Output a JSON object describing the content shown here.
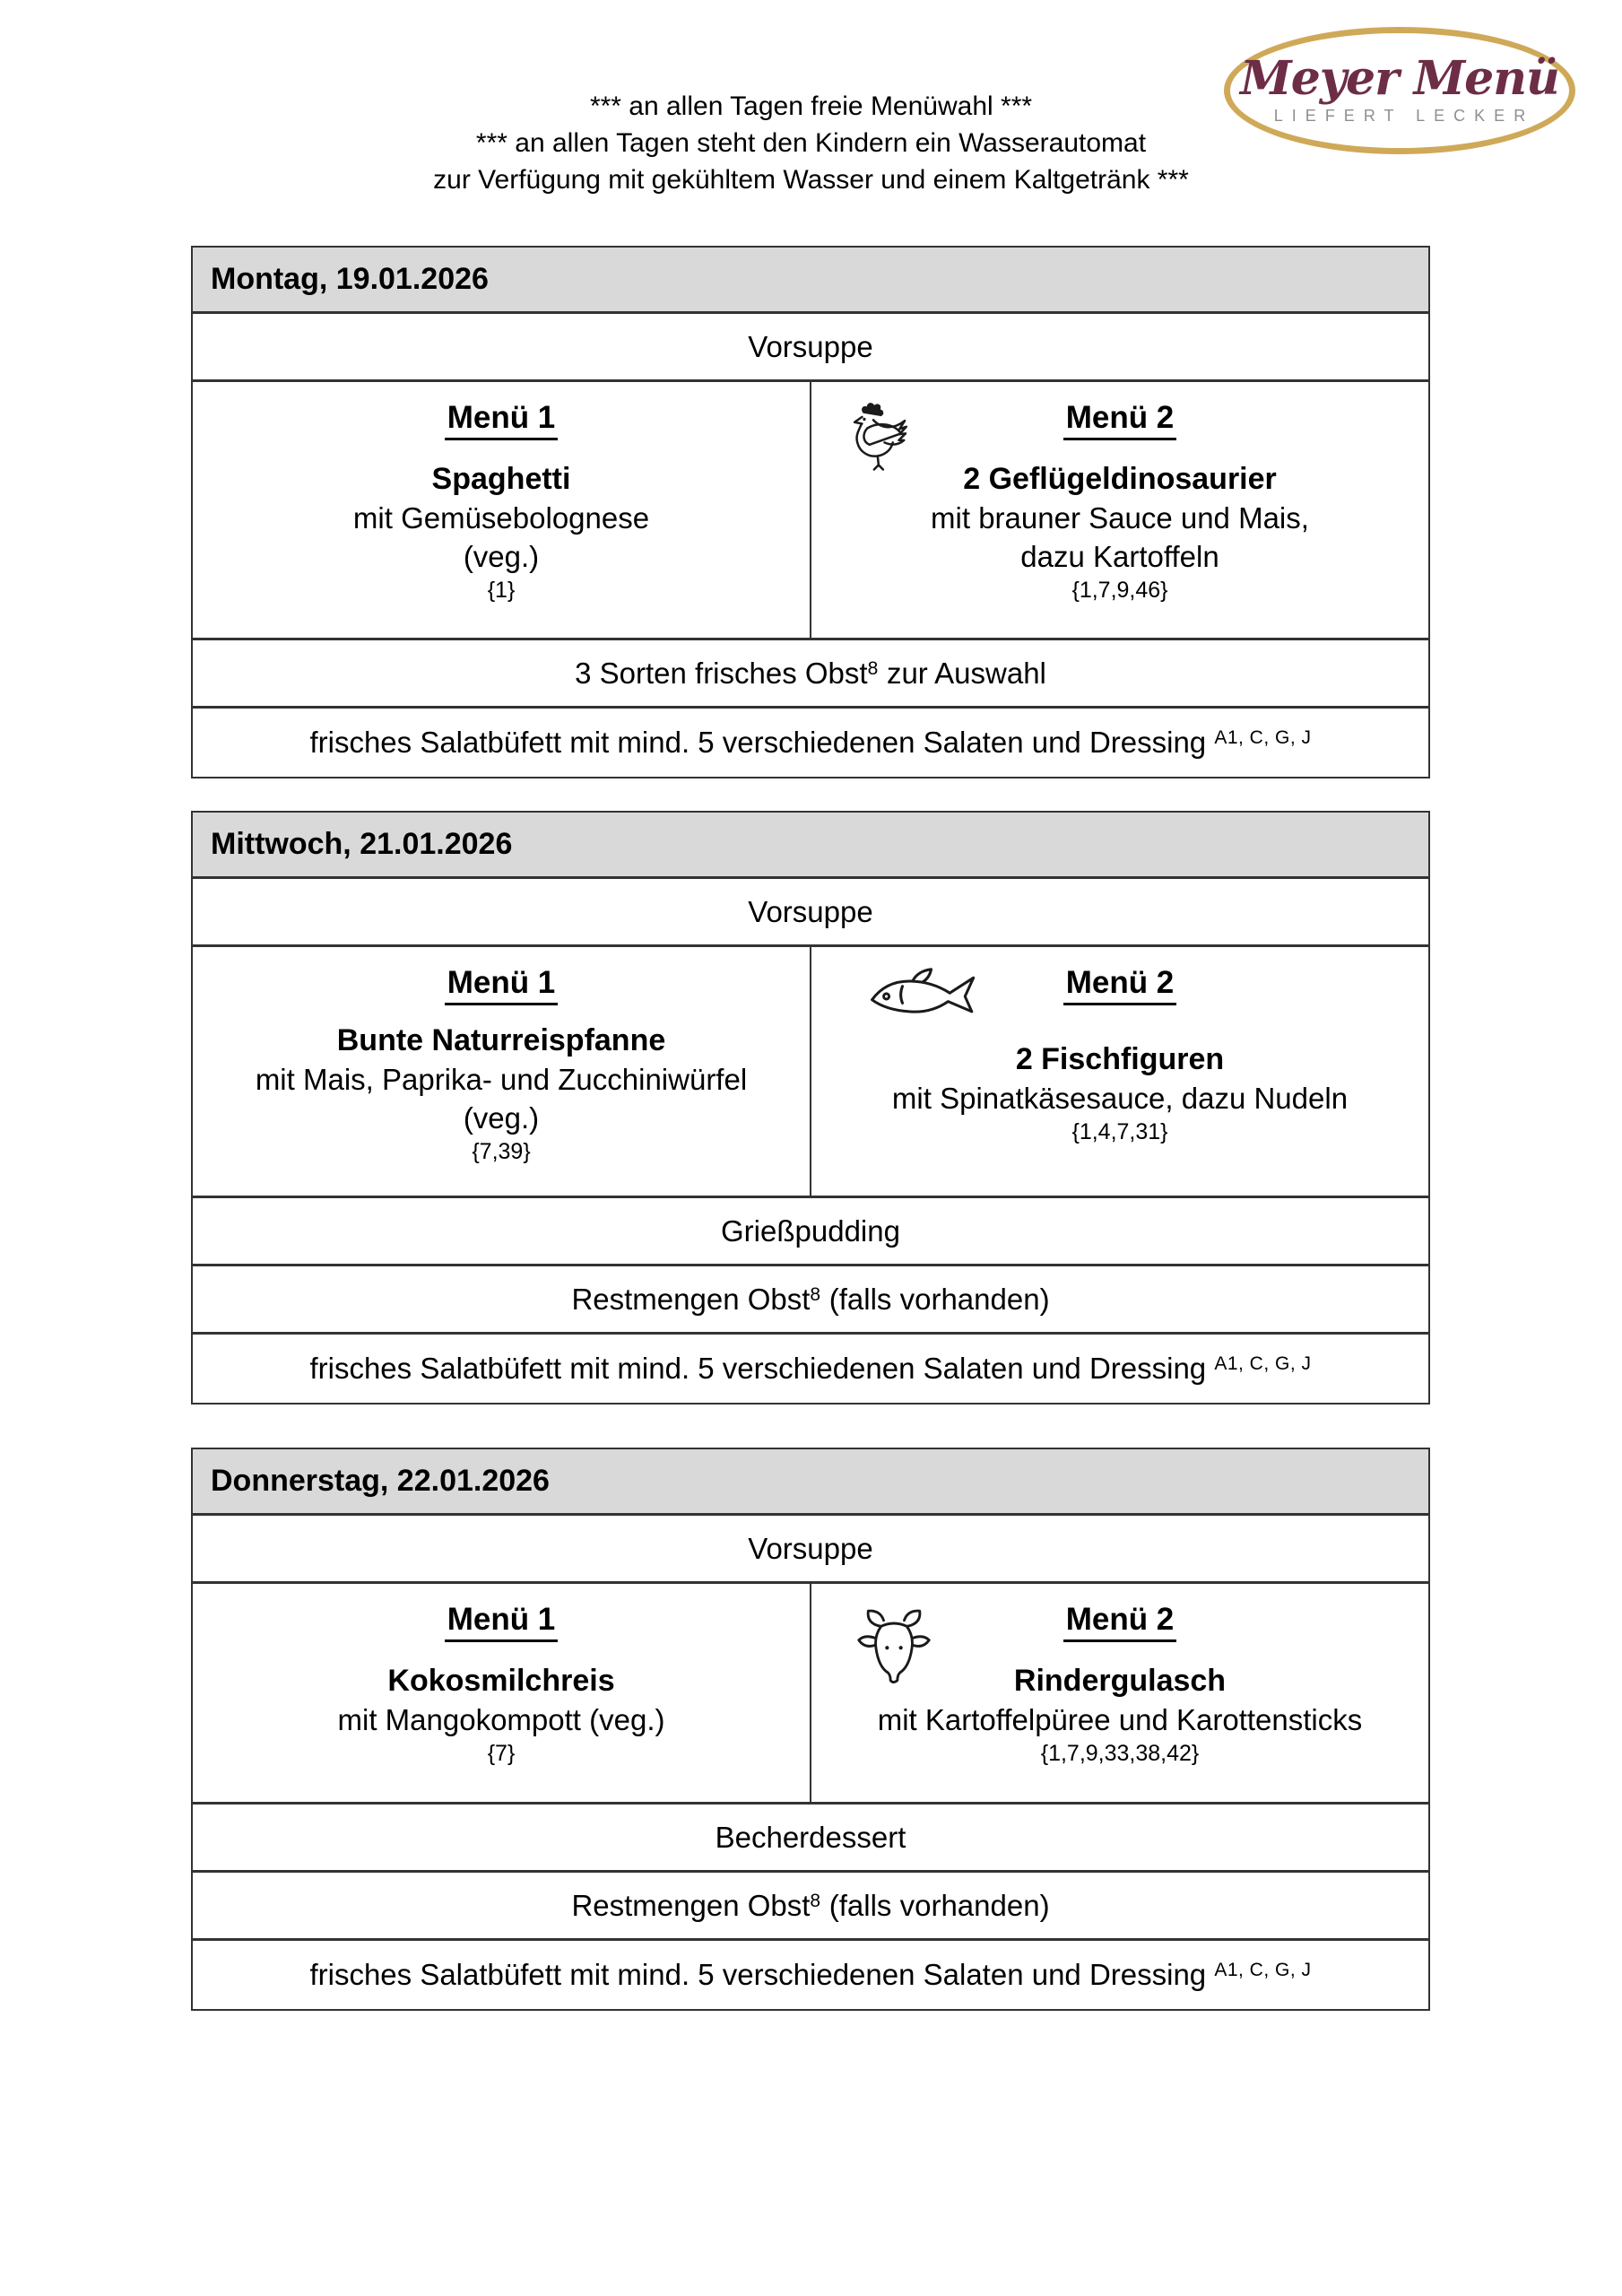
{
  "top_note": {
    "lines": [
      "*** an allen Tagen freie Menüwahl ***",
      "*** an allen Tagen steht den Kindern ein Wasserautomat",
      "zur Verfügung mit gekühltem Wasser und einem Kaltgetränk ***"
    ]
  },
  "logo": {
    "name": "Meyer Menü",
    "tagline": "LIEFERT LECKER"
  },
  "labels": {
    "vorsuppe": "Vorsuppe",
    "menu1": "Menü 1",
    "menu2": "Menü 2"
  },
  "colors": {
    "day_header_bg": "#d9d9d9",
    "table_border": "#333333",
    "logo_gold": "#cfa958",
    "logo_maroon": "#6d2d47",
    "logo_tagline_gray": "#8e8e8e"
  },
  "icons": {
    "monday_menu2": "chicken-icon",
    "wednesday_menu2": "fish-icon",
    "thursday_menu2": "cow-icon"
  },
  "sections": [
    {
      "day": "Montag, 19.01.2026",
      "menu1": {
        "title": "Spaghetti",
        "lines": [
          "mit Gemüsebolognese",
          "(veg.)"
        ],
        "allergens": "{1}"
      },
      "menu2": {
        "icon": "chicken-icon",
        "title": "2 Geflügeldinosaurier",
        "lines": [
          "mit brauner Sauce und Mais,",
          "dazu Kartoffeln"
        ],
        "allergens": "{1,7,9,46}"
      },
      "rows": [
        {
          "pre": "3 Sorten frisches Obst",
          "sup": "8",
          "post": " zur Auswahl"
        },
        {
          "pre": "frisches Salatbüfett mit mind. 5 verschiedenen Salaten und Dressing ",
          "sup": "A1, C, G, J",
          "post": ""
        }
      ]
    },
    {
      "day": "Mittwoch, 21.01.2026",
      "menu1": {
        "title": "Bunte Naturreispfanne",
        "lines": [
          "mit Mais, Paprika- und Zucchiniwürfel",
          "(veg.)"
        ],
        "allergens": "{7,39}"
      },
      "menu2": {
        "icon": "fish-icon",
        "title": "2 Fischfiguren",
        "lines": [
          "mit Spinatkäsesauce, dazu Nudeln"
        ],
        "allergens": "{1,4,7,31}"
      },
      "rows": [
        {
          "pre": "Grießpudding",
          "sup": "",
          "post": ""
        },
        {
          "pre": "Restmengen Obst",
          "sup": "8",
          "post": " (falls vorhanden)"
        },
        {
          "pre": "frisches Salatbüfett mit mind. 5 verschiedenen Salaten und Dressing ",
          "sup": "A1, C, G, J",
          "post": ""
        }
      ]
    },
    {
      "day": "Donnerstag, 22.01.2026",
      "menu1": {
        "title": "Kokosmilchreis",
        "lines": [
          "mit Mangokompott (veg.)"
        ],
        "allergens": "{7}"
      },
      "menu2": {
        "icon": "cow-icon",
        "title": "Rindergulasch",
        "lines": [
          "mit Kartoffelpüree und Karottensticks"
        ],
        "allergens": "{1,7,9,33,38,42}"
      },
      "rows": [
        {
          "pre": "Becherdessert",
          "sup": "",
          "post": ""
        },
        {
          "pre": "Restmengen Obst",
          "sup": "8",
          "post": " (falls vorhanden)"
        },
        {
          "pre": "frisches Salatbüfett mit mind. 5 verschiedenen Salaten und Dressing ",
          "sup": "A1, C, G, J",
          "post": ""
        }
      ]
    }
  ]
}
